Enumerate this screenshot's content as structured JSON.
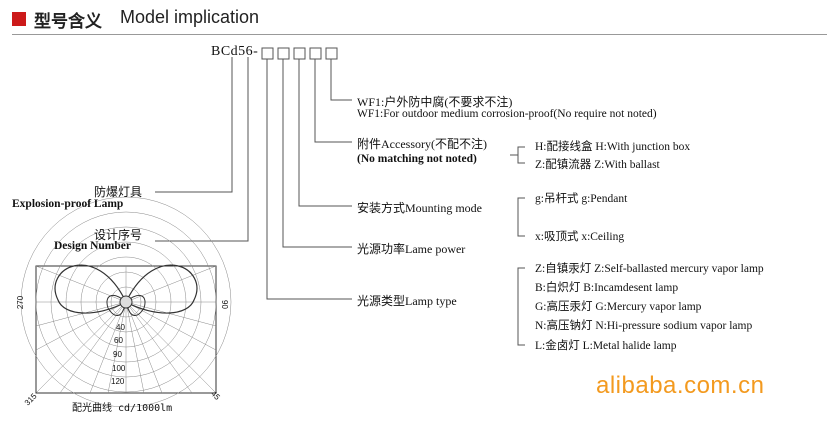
{
  "header": {
    "title_zh": "型号含义",
    "title_en": "Model implication"
  },
  "model_code": "BCd56-",
  "code_boxes": 5,
  "labels": {
    "wf1_zh": "WF1:户外防中腐(不要求不注)",
    "wf1_en": "WF1:For outdoor medium corrosion-proof(No require not noted)",
    "accessory_zh": "附件Accessory(不配不注)",
    "accessory_en": "(No matching not noted)",
    "acc_h": "H:配接线盒  H:With junction box",
    "acc_z": "Z:配镇流器  Z:With ballast",
    "mounting": "安装方式Mounting mode",
    "mount_g": "g:吊杆式      g:Pendant",
    "mount_x": "x:吸顶式      x:Ceiling",
    "lame_power": "光源功率Lame power",
    "lamp_type": "光源类型Lamp type",
    "lamp_z": "Z:自镇汞灯  Z:Self-ballasted mercury vapor lamp",
    "lamp_b": "B:白炽灯     B:Incamdesent lamp",
    "lamp_g": "G:高压汞灯  G:Mercury vapor lamp",
    "lamp_n": "N:高压钠灯  N:Hi-pressure sodium vapor lamp",
    "lamp_l": "L:金卤灯     L:Metal halide lamp",
    "explosion_zh": "防爆灯具",
    "explosion_en": "Explosion-proof Lamp",
    "design_zh": "设计序号",
    "design_en": "Design Number"
  },
  "polar_chart": {
    "caption": "配光曲线  cd/1000lm",
    "angle_labels": [
      "270",
      "90",
      "315",
      "45"
    ],
    "radial_labels": [
      "40",
      "60",
      "90",
      "100",
      "120"
    ]
  },
  "watermark": "alibaba.com.cn"
}
